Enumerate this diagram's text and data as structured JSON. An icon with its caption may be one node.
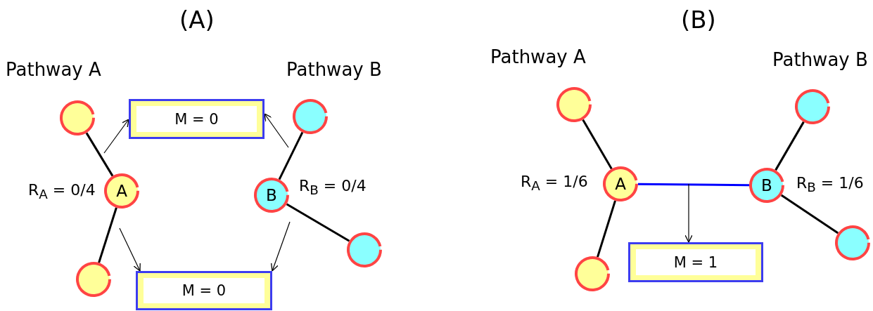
{
  "diagram": {
    "nodes": [
      {
        "text": [],
        "shape": "circle"
      },
      {
        "text": [
          "M = 0"
        ]
      },
      {
        "text": [],
        "shape": "circle"
      },
      {
        "text": [
          "A"
        ],
        "beside": [
          "R$_{A}$ = 0/4"
        ]
      },
      {
        "text": [
          "B"
        ],
        "beside": [
          "R$_{B}$ = 0/4"
        ]
      },
      {
        "text": [],
        "shape": "circle"
      },
      {
        "text": [
          "M = 0"
        ]
      },
      {
        "text": [],
        "shape": "circle"
      },
      {
        "text": [],
        "shape": "circle"
      },
      {
        "text": [],
        "shape": "circle"
      },
      {
        "text": [
          "A"
        ],
        "beside": [
          "R$_{A}$ = 1/6"
        ]
      },
      {
        "text": [
          "B"
        ],
        "beside": [
          "R$_{B}$ = 1/6"
        ]
      },
      {
        "text": [
          "M = 1"
        ]
      },
      {
        "text": [],
        "shape": "circle"
      },
      {
        "text": [],
        "shape": "circle"
      }
    ],
    "edges": [
      {
        "from": 0,
        "to": 3,
        "arrow": "none"
      },
      {
        "from": 3,
        "to": 5,
        "arrow": "none"
      },
      {
        "from": 4,
        "to": 2,
        "arrow": "none"
      },
      {
        "from": 4,
        "to": 7,
        "arrow": "none"
      },
      {
        "from": null,
        "to": 1,
        "arrow": "to"
      },
      {
        "from": null,
        "to": 1,
        "arrow": "to"
      },
      {
        "from": null,
        "to": 6,
        "arrow": "to"
      },
      {
        "from": null,
        "to": 6,
        "arrow": "to"
      },
      {
        "from": 8,
        "to": 10,
        "arrow": "none"
      },
      {
        "from": 10,
        "to": 13,
        "arrow": "none"
      },
      {
        "from": 10,
        "to": 11,
        "arrow": "none",
        "color": "#0000ff"
      },
      {
        "from": 11,
        "to": 9,
        "arrow": "none"
      },
      {
        "from": 11,
        "to": 14,
        "arrow": "none"
      },
      {
        "from": null,
        "to": 12,
        "arrow": "to"
      }
    ],
    "labels": [
      "(A)",
      "(B)",
      "Pathway A",
      "Pathway B",
      "Pathway A",
      "Pathway B"
    ]
  }
}
